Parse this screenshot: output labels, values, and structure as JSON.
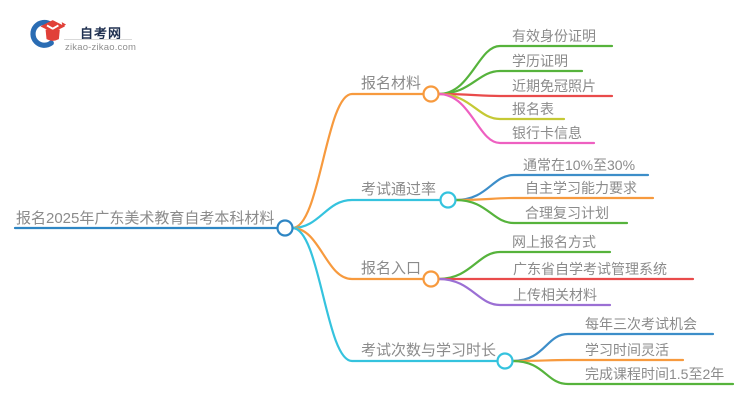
{
  "logo": {
    "title": "自考网",
    "domain": "zikao-zikao.com",
    "icon_blue": "#2a6cb3",
    "icon_red": "#e14038"
  },
  "mindmap": {
    "text_color": "#8b8b8b",
    "root": {
      "label": "报名2025年广东美术教育自考本科材料",
      "color": "#2e86c4"
    },
    "branches": [
      {
        "label": "报名材料",
        "color": "#f79a3e",
        "children": [
          {
            "label": "有效身份证明",
            "color": "#56b33c"
          },
          {
            "label": "学历证明",
            "color": "#56b33c"
          },
          {
            "label": "近期免冠照片",
            "color": "#e94b4b"
          },
          {
            "label": "报名表",
            "color": "#c5c935"
          },
          {
            "label": "银行卡信息",
            "color": "#ee60c1"
          }
        ]
      },
      {
        "label": "考试通过率",
        "color": "#35c3de",
        "children": [
          {
            "label": "通常在10%至30%",
            "color": "#3d8ec9"
          },
          {
            "label": "自主学习能力要求",
            "color": "#f79a3e"
          },
          {
            "label": "合理复习计划",
            "color": "#56b33c"
          }
        ]
      },
      {
        "label": "报名入口",
        "color": "#f79a3e",
        "children": [
          {
            "label": "网上报名方式",
            "color": "#56b33c"
          },
          {
            "label": "广东省自学考试管理系统",
            "color": "#e94b4b"
          },
          {
            "label": "上传相关材料",
            "color": "#9b6fd4"
          }
        ]
      },
      {
        "label": "考试次数与学习时长",
        "color": "#35c3de",
        "children": [
          {
            "label": "每年三次考试机会",
            "color": "#3d8ec9"
          },
          {
            "label": "学习时间灵活",
            "color": "#f79a3e"
          },
          {
            "label": "完成课程时间1.5至2年",
            "color": "#56b33c"
          }
        ]
      }
    ]
  }
}
